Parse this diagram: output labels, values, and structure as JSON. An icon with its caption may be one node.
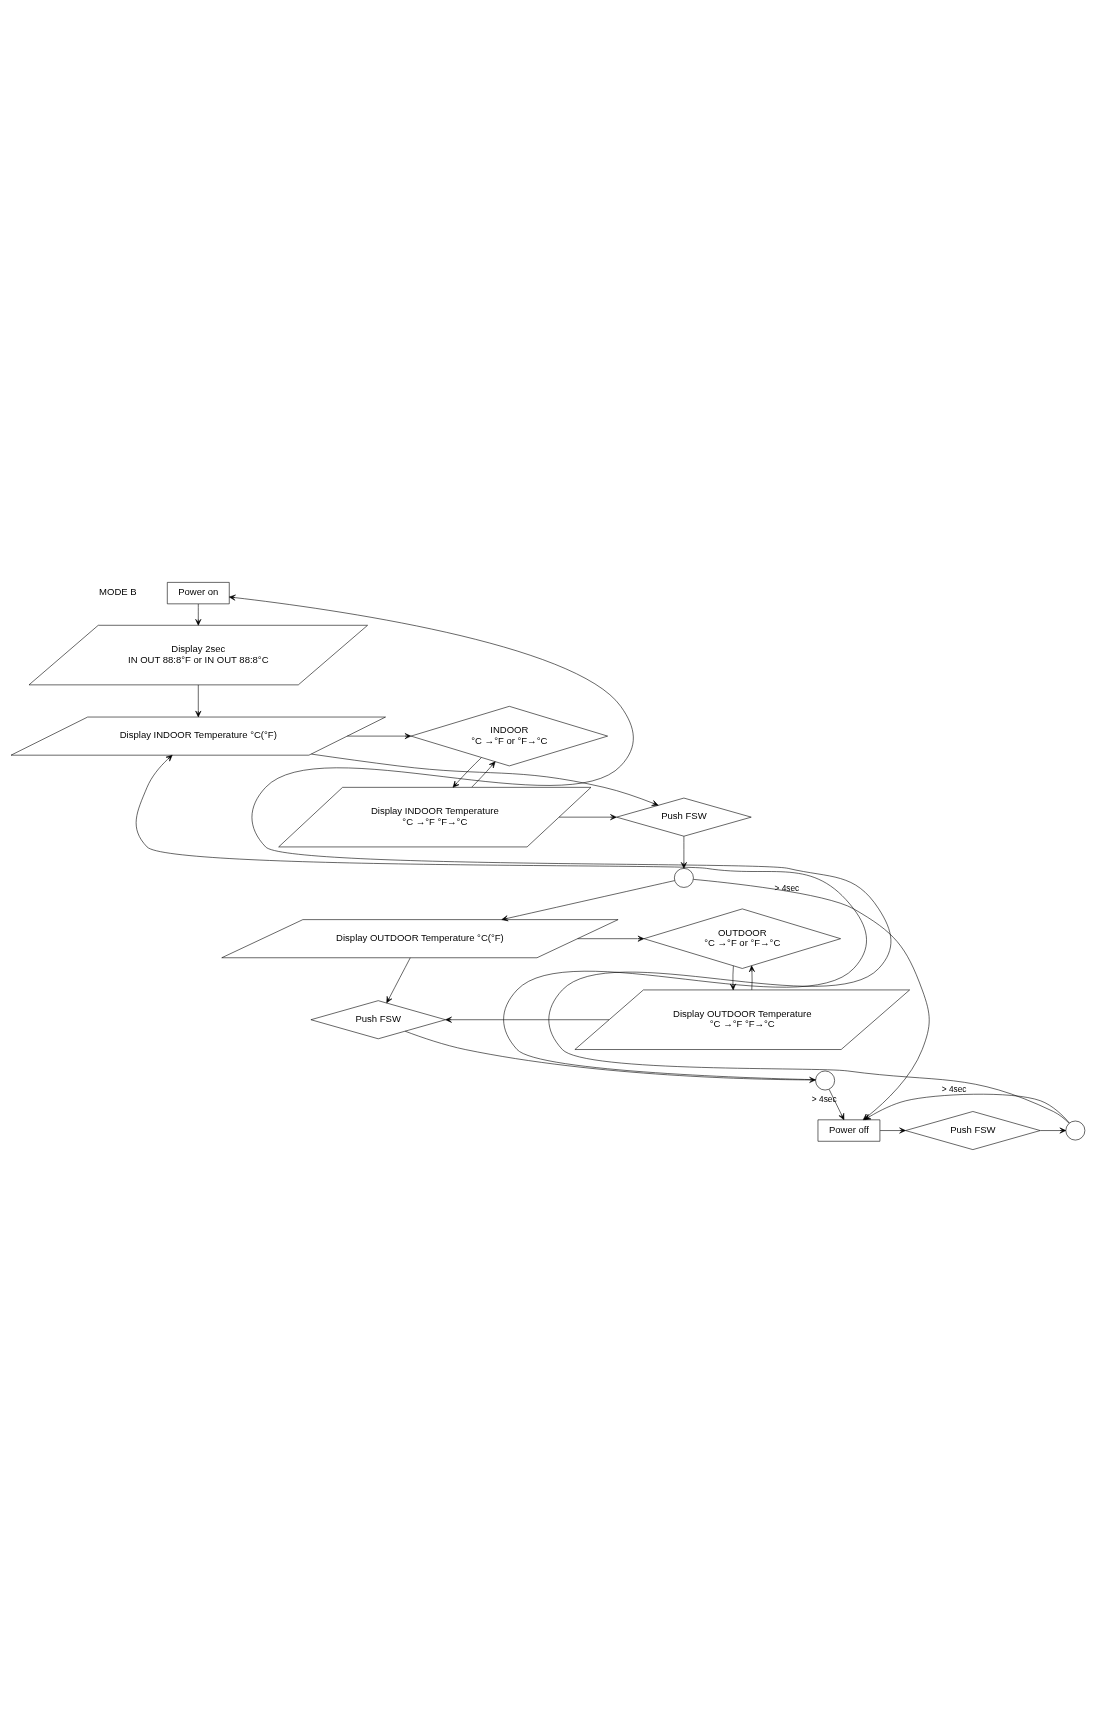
{
  "diagram": {
    "nodes": [
      {
        "text": [
          "Power on"
        ]
      },
      {
        "text": [
          "Display 2sec",
          "IN OUT 88:8°F or IN OUT 88:8°C"
        ]
      },
      {
        "text": [
          "Display INDOOR Temperature °C(°F)"
        ]
      },
      {
        "text": [
          "INDOOR",
          "°C →°F or °F→°C"
        ]
      },
      {
        "text": [
          "Display INDOOR Temperature",
          "°C →°F °F→°C"
        ]
      },
      {
        "text": [
          "Push FSW"
        ]
      },
      {
        "text": [],
        "shape": "circle"
      },
      {
        "text": [
          "Display OUTDOOR Temperature °C(°F)"
        ]
      },
      {
        "text": [
          "OUTDOOR",
          "°C →°F or °F→°C"
        ]
      },
      {
        "text": [
          "Display OUTDOOR Temperature",
          "°C →°F °F→°C"
        ]
      },
      {
        "text": [
          "Push FSW"
        ]
      },
      {
        "text": [],
        "shape": "circle"
      },
      {
        "text": [
          "Power off"
        ]
      },
      {
        "text": [
          "Push FSW"
        ]
      },
      {
        "text": [],
        "shape": "circle"
      }
    ],
    "edges": [
      {
        "from": 0,
        "to": 1,
        "arrow": "to"
      },
      {
        "from": 1,
        "to": 2,
        "arrow": "to"
      },
      {
        "from": 2,
        "to": 3,
        "arrow": "to"
      },
      {
        "from": 3,
        "to": 4,
        "arrow": "to"
      },
      {
        "from": 4,
        "to": 3,
        "arrow": "to"
      },
      {
        "from": 2,
        "to": 5,
        "arrow": "to"
      },
      {
        "from": 4,
        "to": 5,
        "arrow": "to"
      },
      {
        "from": 5,
        "to": 6,
        "arrow": "to"
      },
      {
        "from": 6,
        "to": 12,
        "arrow": "to",
        "label": "> 4sec"
      },
      {
        "from": 6,
        "to": 7,
        "arrow": "to"
      },
      {
        "from": 7,
        "to": 8,
        "arrow": "to"
      },
      {
        "from": 8,
        "to": 9,
        "arrow": "to"
      },
      {
        "from": 9,
        "to": 8,
        "arrow": "to"
      },
      {
        "from": 7,
        "to": 10,
        "arrow": "to"
      },
      {
        "from": 9,
        "to": 10,
        "arrow": "to"
      },
      {
        "from": 10,
        "to": 11,
        "arrow": "to"
      },
      {
        "from": 11,
        "to": 2,
        "arrow": "to"
      },
      {
        "from": 11,
        "to": 12,
        "arrow": "to",
        "label": "> 4sec"
      },
      {
        "from": 12,
        "to": 13,
        "arrow": "to"
      },
      {
        "from": 13,
        "to": 14,
        "arrow": "to"
      },
      {
        "from": 14,
        "to": 0,
        "arrow": "to"
      },
      {
        "from": 14,
        "to": 12,
        "arrow": "to",
        "label": "> 4sec"
      }
    ],
    "labels": [
      "MODE B"
    ]
  }
}
